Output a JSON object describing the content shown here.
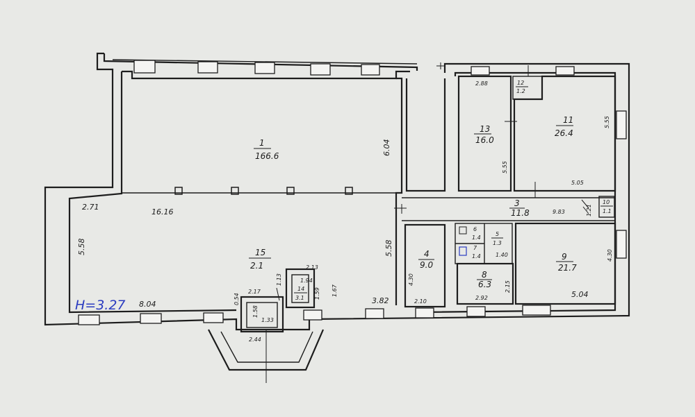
{
  "height_label": "H=3.27",
  "rooms": [
    {
      "num": "1",
      "area": "166.6"
    },
    {
      "num": "3",
      "area": "11.8"
    },
    {
      "num": "4",
      "area": "9.0"
    },
    {
      "num": "5",
      "area": "1.3"
    },
    {
      "num": "6",
      "area": "1.4"
    },
    {
      "num": "7",
      "area": "1.4"
    },
    {
      "num": "8",
      "area": "6.3"
    },
    {
      "num": "9",
      "area": "21.7"
    },
    {
      "num": "10",
      "area": "1.1"
    },
    {
      "num": "11",
      "area": "26.4"
    },
    {
      "num": "12",
      "area": "1.2"
    },
    {
      "num": "13",
      "area": "16.0"
    },
    {
      "num": "14",
      "area": "3.1"
    },
    {
      "num": "15",
      "area": "2.1"
    }
  ],
  "dimensions": [
    "16.16",
    "6.04",
    "5.58",
    "2.71",
    "5.58",
    "8.04",
    "3.82",
    "2.13",
    "1.94",
    "1.59",
    "1.67",
    "1.13",
    "0.54",
    "2.17",
    "1.58",
    "1.33",
    "2.44",
    "4.30",
    "2.10",
    "1.40",
    "2.15",
    "2.92",
    "4.30",
    "5.04",
    "9.83",
    "1.21",
    "2.88",
    "5.55",
    "5.05",
    "5.55"
  ]
}
